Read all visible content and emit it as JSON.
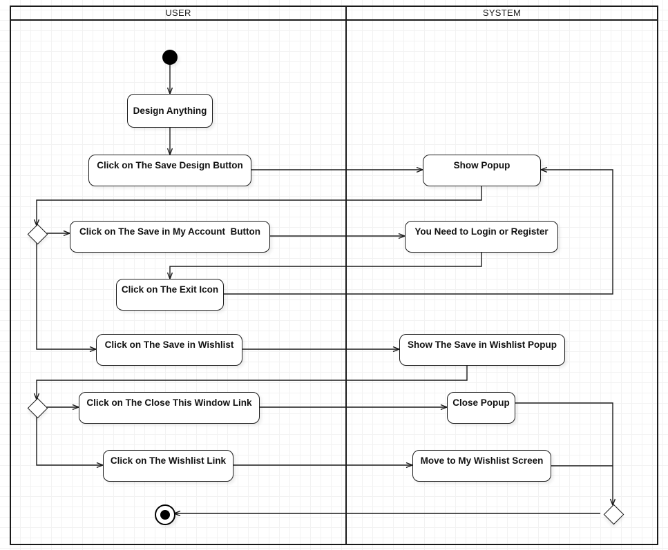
{
  "diagram": {
    "type": "uml-activity-swimlane",
    "lanes": [
      {
        "id": "user",
        "title": "USER"
      },
      {
        "id": "system",
        "title": "SYSTEM"
      }
    ],
    "nodes": {
      "start": {
        "kind": "initial-node",
        "lane": "user"
      },
      "design": {
        "kind": "activity",
        "lane": "user",
        "label": "Design Anything"
      },
      "save_design": {
        "kind": "activity",
        "lane": "user",
        "label": "Click on The Save Design Button"
      },
      "show_popup": {
        "kind": "activity",
        "lane": "system",
        "label": "Show Popup"
      },
      "merge1": {
        "kind": "merge-node",
        "lane": "user"
      },
      "save_account": {
        "kind": "activity",
        "lane": "user",
        "label": "Click on The Save in My Account  Button"
      },
      "need_login": {
        "kind": "activity",
        "lane": "system",
        "label": "You Need to Login or Register"
      },
      "exit_icon": {
        "kind": "activity",
        "lane": "user",
        "label": "Click on The Exit Icon"
      },
      "save_wishlist": {
        "kind": "activity",
        "lane": "user",
        "label": "Click on The Save in Wishlist"
      },
      "show_wishlist": {
        "kind": "activity",
        "lane": "system",
        "label": "Show The Save in Wishlist Popup"
      },
      "merge2": {
        "kind": "merge-node",
        "lane": "user"
      },
      "close_window": {
        "kind": "activity",
        "lane": "user",
        "label": "Click on The Close This Window Link"
      },
      "close_popup": {
        "kind": "activity",
        "lane": "system",
        "label": "Close Popup"
      },
      "wishlist_link": {
        "kind": "activity",
        "lane": "user",
        "label": "Click on The Wishlist Link"
      },
      "move_wishlist": {
        "kind": "activity",
        "lane": "system",
        "label": "Move to My Wishlist Screen"
      },
      "merge3": {
        "kind": "merge-node",
        "lane": "system"
      },
      "end": {
        "kind": "final-node",
        "lane": "user"
      }
    },
    "colors": {
      "stroke": "#1a1a1a",
      "node_fill": "#ffffff",
      "grid": "#f2f2f2",
      "canvas": "#ffffff"
    }
  }
}
